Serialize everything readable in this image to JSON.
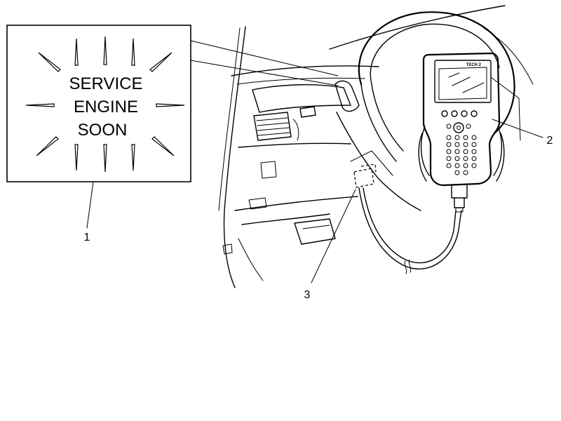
{
  "warning_lamp": {
    "line1": "SERVICE",
    "line2": "ENGINE",
    "line3": "SOON"
  },
  "scan_tool": {
    "brand": "TECH 2"
  },
  "callouts": {
    "c1": "1",
    "c2": "2",
    "c3": "3"
  }
}
